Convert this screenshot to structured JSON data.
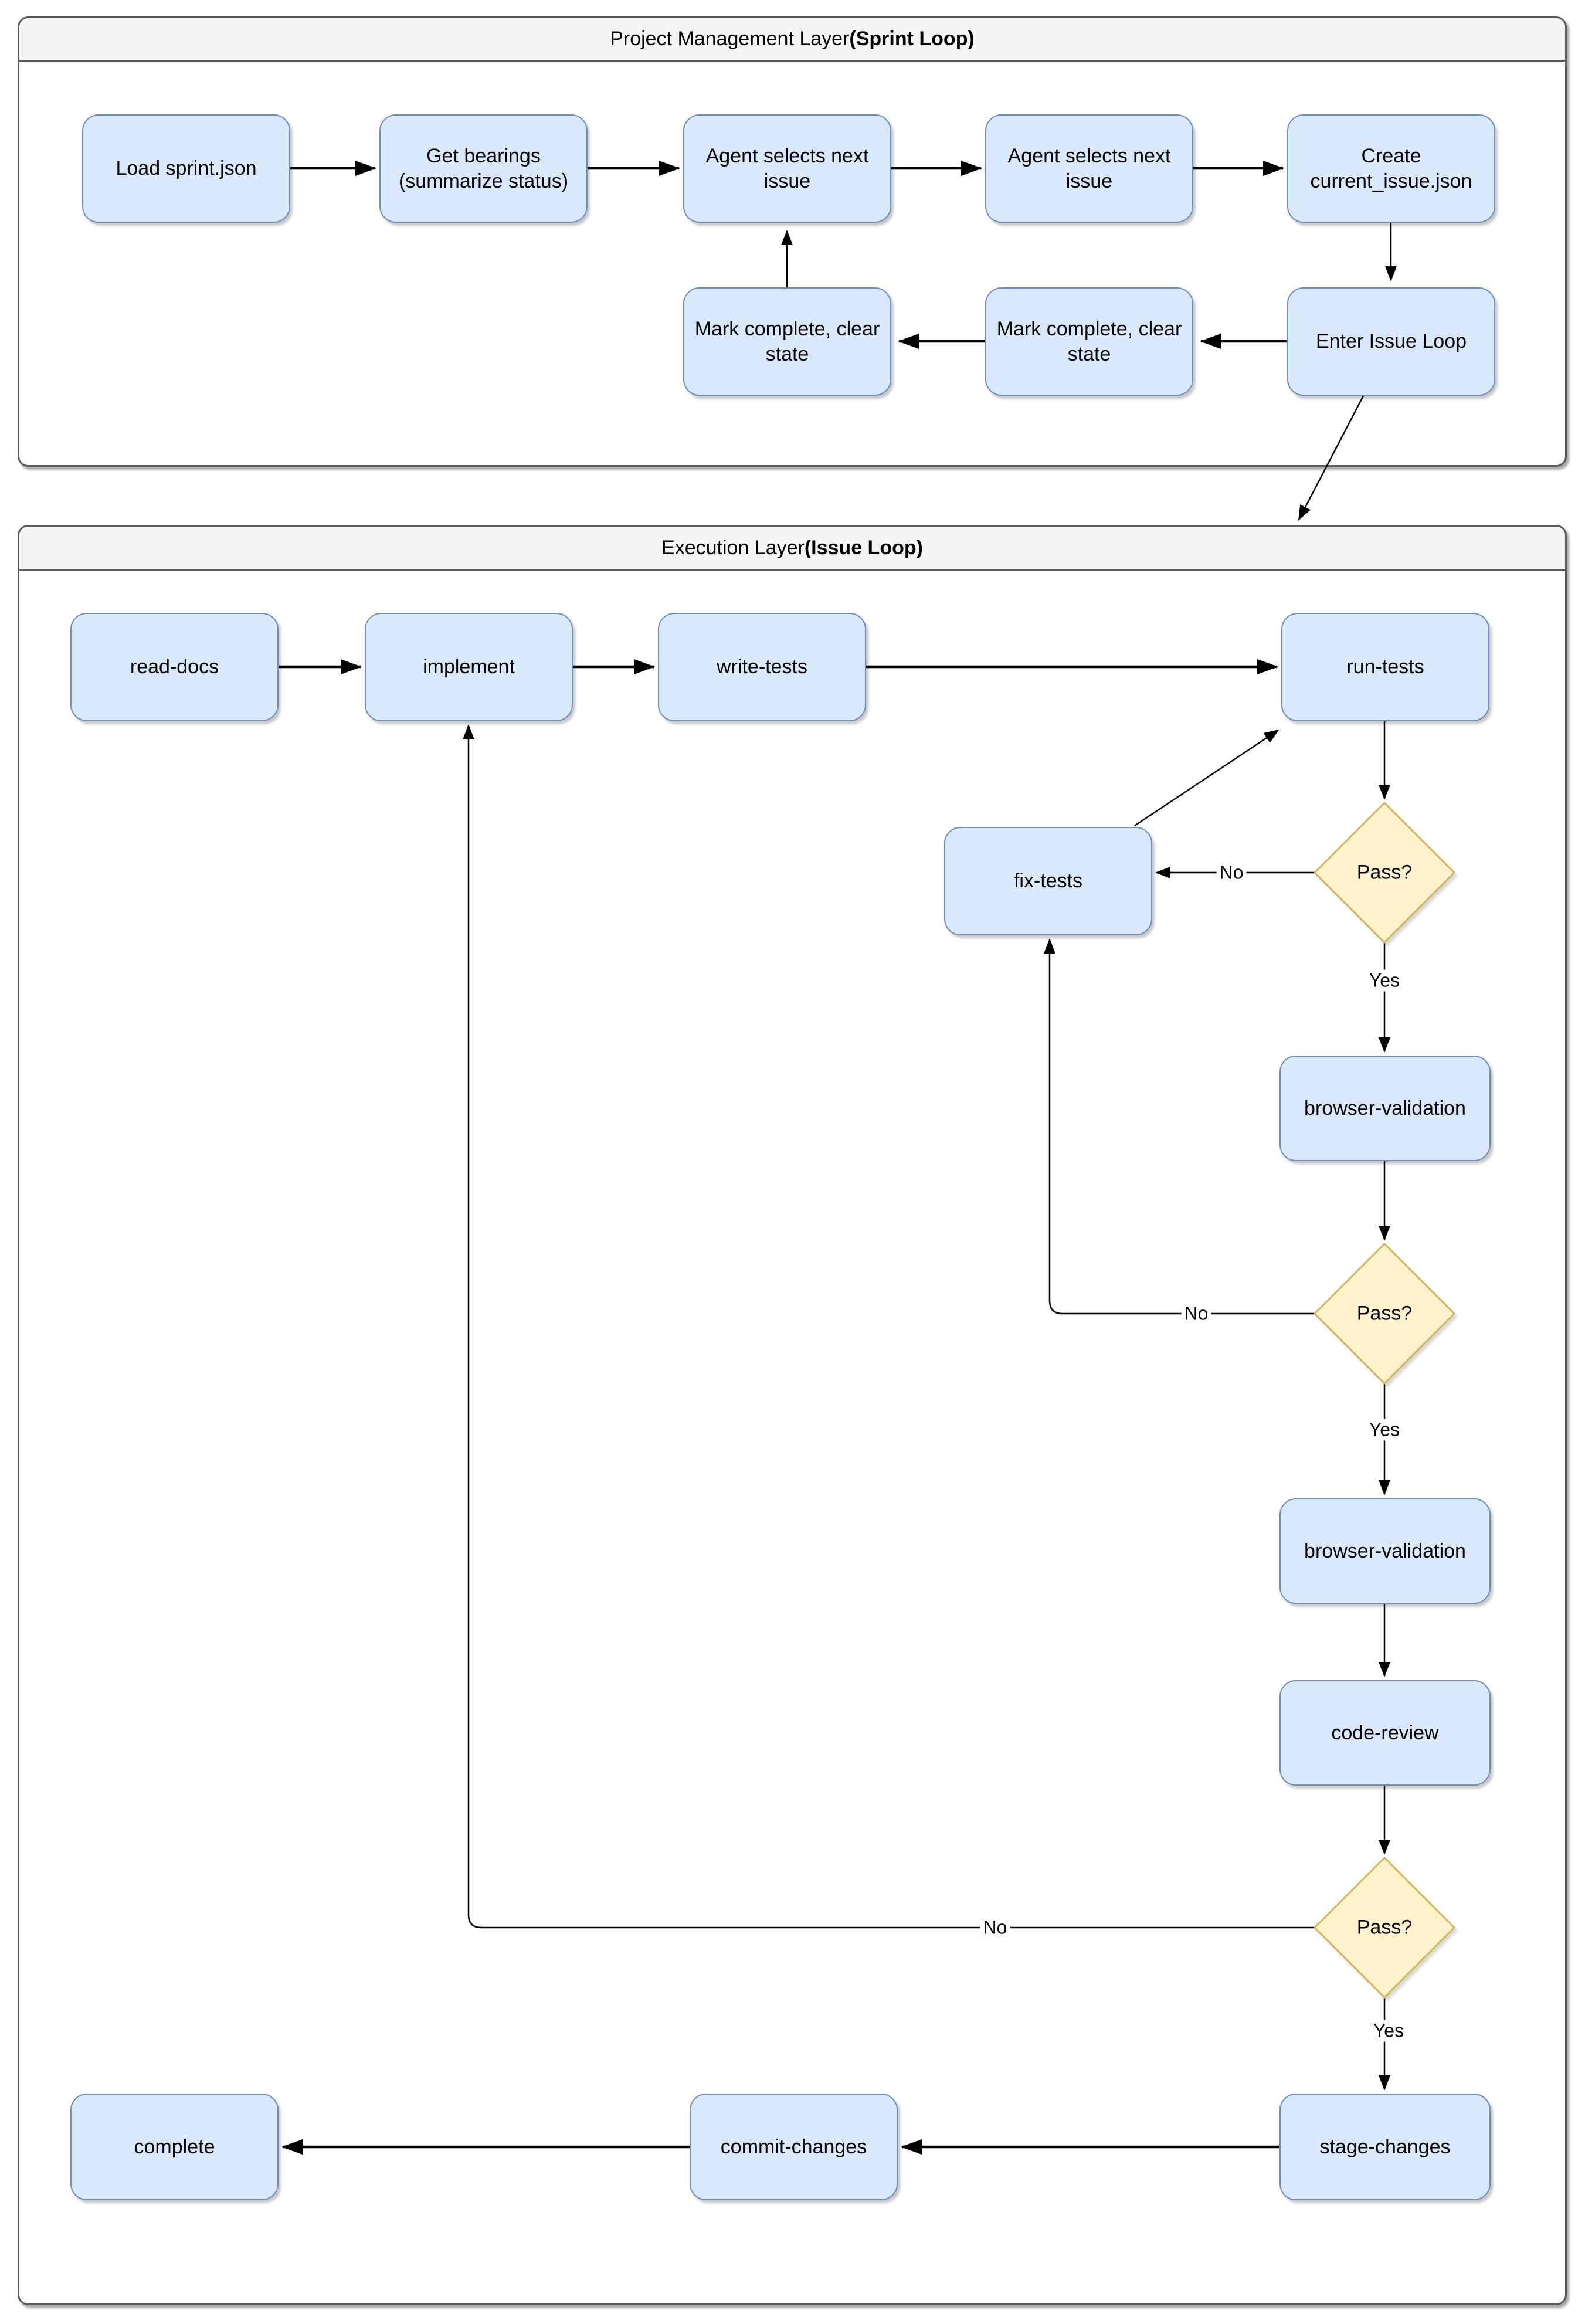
{
  "colors": {
    "process_fill": "#dae8fc",
    "process_border": "#6c8ebf",
    "decision_fill": "#fff2cc",
    "decision_border": "#d6b656",
    "container_border": "#5a5a5a",
    "container_header_fill": "#f5f5f5",
    "container_body_fill": "#ffffff",
    "arrow_color": "#000000",
    "text_color": "#000000"
  },
  "layers": {
    "sprint": {
      "title": "Project Management Layer ",
      "title_bold": "(Sprint Loop)"
    },
    "execution": {
      "title": "Execution Layer ",
      "title_bold": "(Issue Loop)"
    }
  },
  "nodes": {
    "load_sprint": "Load sprint.json",
    "get_bearings": "Get bearings\n(summarize status)",
    "agent_selects_1": "Agent selects next\nissue",
    "agent_selects_2": "Agent selects next\nissue",
    "create_current_issue": "Create\ncurrent_issue.json",
    "enter_issue_loop": "Enter Issue Loop",
    "mark_complete_1": "Mark complete, clear\nstate",
    "mark_complete_2": "Mark complete, clear\nstate",
    "read_docs": "read-docs",
    "implement": "implement",
    "write_tests": "write-tests",
    "run_tests": "run-tests",
    "fix_tests": "fix-tests",
    "pass_1": "Pass?",
    "browser_validation_1": "browser-validation",
    "pass_2": "Pass?",
    "browser_validation_2": "browser-validation",
    "code_review": "code-review",
    "pass_3": "Pass?",
    "stage_changes": "stage-changes",
    "commit_changes": "commit-changes",
    "complete": "complete"
  },
  "edge_labels": {
    "yes": "Yes",
    "no": "No"
  },
  "edges": [
    "load_sprint -> get_bearings",
    "get_bearings -> agent_selects_1",
    "agent_selects_1 -> agent_selects_2",
    "agent_selects_2 -> create_current_issue",
    "create_current_issue -> enter_issue_loop",
    "enter_issue_loop -> mark_complete_2",
    "mark_complete_2 -> mark_complete_1",
    "mark_complete_1 -> agent_selects_1",
    "enter_issue_loop -> execution_layer",
    "read_docs -> implement",
    "implement -> write_tests",
    "write_tests -> run_tests",
    "run_tests -> pass_1",
    "pass_1 -No-> fix_tests",
    "fix_tests -> run_tests",
    "pass_1 -Yes-> browser_validation_1",
    "browser_validation_1 -> pass_2",
    "pass_2 -No-> fix_tests",
    "pass_2 -Yes-> browser_validation_2",
    "browser_validation_2 -> code_review",
    "code_review -> pass_3",
    "pass_3 -No-> implement",
    "pass_3 -Yes-> stage_changes",
    "stage_changes -> commit_changes",
    "commit_changes -> complete"
  ]
}
